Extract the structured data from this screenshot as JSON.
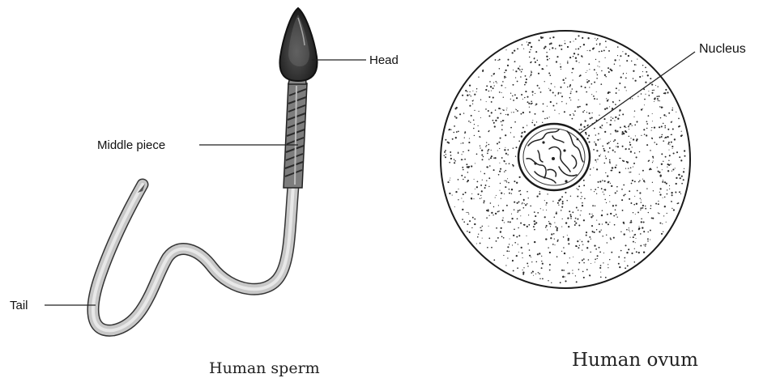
{
  "labels": {
    "head": "Head",
    "middle_piece": "Middle piece",
    "tail": "Tail",
    "nucleus": "Nucleus"
  },
  "captions": {
    "sperm": "Human sperm",
    "ovum": "Human ovum"
  }
}
